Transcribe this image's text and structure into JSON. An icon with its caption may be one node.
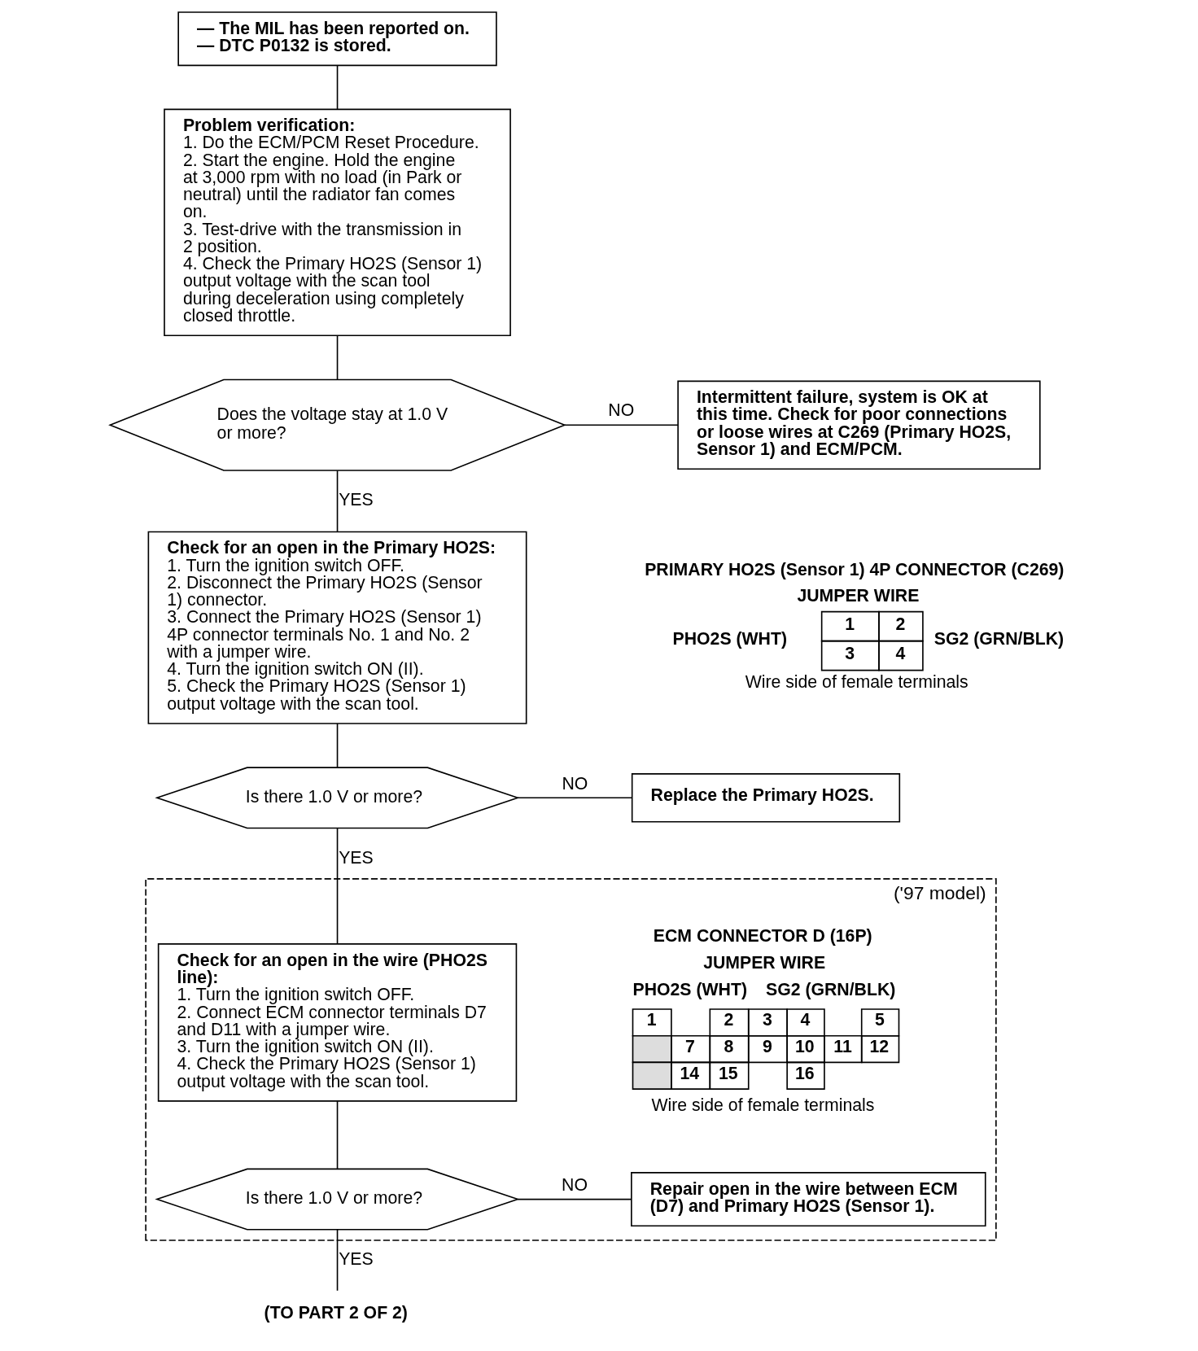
{
  "diagram": {
    "nodes": [
      {
        "text": [
          "— The MIL has been reported on.",
          "— DTC P0132 is stored."
        ]
      },
      {
        "text": [
          "Problem verification:",
          "1. Do the ECM/PCM Reset Procedure.",
          "2. Start the engine. Hold the engine at 3,000 rpm with no load (in Park or neutral) until the radiator fan comes on.",
          "3. Test-drive with the transmission in 2 position.",
          "4. Check the Primary HO2S (Sensor 1) output voltage with the scan tool during deceleration using completely closed throttle."
        ]
      },
      {
        "text": [
          "Does the voltage stay at 1.0 V or more?"
        ]
      },
      {
        "text": [
          "Intermittent failure, system is OK at this time. Check for poor connections or loose wires at C269 (Primary HO2S, Sensor 1) and ECM/PCM."
        ]
      },
      {
        "text": [
          "Check for an open in the Primary HO2S:",
          "1. Turn the ignition switch OFF.",
          "2. Disconnect the Primary HO2S (Sensor 1) connector.",
          "3. Connect the Primary HO2S (Sensor 1) 4P connector terminals No. 1 and No. 2 with a jumper wire.",
          "4. Turn the ignition switch ON (II).",
          "5. Check the Primary HO2S (Sensor 1) output voltage with the scan tool."
        ]
      },
      {
        "text": [
          "Is there 1.0 V or more?"
        ]
      },
      {
        "text": [
          "Replace the Primary HO2S."
        ]
      },
      {
        "text": [
          "('97 model)"
        ]
      },
      {
        "text": [
          "Check for an open in the wire (PHO2S line):",
          "1. Turn the ignition switch OFF.",
          "2. Connect ECM connector terminals D7 and D11 with a jumper wire.",
          "3. Turn the ignition switch ON (II).",
          "4. Check the Primary HO2S (Sensor 1) output voltage with the scan tool."
        ],
        "in": 7
      },
      {
        "text": [
          "Is there 1.0 V or more?"
        ],
        "in": 7
      },
      {
        "text": [
          "Repair open in the wire between ECM (D7) and Primary HO2S (Sensor 1)."
        ],
        "in": 7
      },
      {
        "text": [
          "(TO PART 2 OF 2)"
        ]
      }
    ],
    "edges": [
      {
        "from": 0,
        "to": 1,
        "arrow": "none"
      },
      {
        "from": 1,
        "to": 2,
        "arrow": "none"
      },
      {
        "from": 2,
        "to": 3,
        "arrow": "none",
        "label": "NO"
      },
      {
        "from": 2,
        "to": 4,
        "arrow": "none",
        "label": "YES"
      },
      {
        "from": 4,
        "to": 5,
        "arrow": "none"
      },
      {
        "from": 5,
        "to": 6,
        "arrow": "none",
        "label": "NO"
      },
      {
        "from": 5,
        "to": 8,
        "arrow": "none",
        "label": "YES"
      },
      {
        "from": 8,
        "to": 9,
        "arrow": "none"
      },
      {
        "from": 9,
        "to": 10,
        "arrow": "none",
        "label": "NO"
      },
      {
        "from": 9,
        "to": 11,
        "arrow": "none",
        "label": "YES"
      }
    ],
    "labels": [
      "PRIMARY HO2S (Sensor 1) 4P CONNECTOR (C269)",
      "JUMPER WIRE",
      "PHO2S (WHT)",
      "SG2 (GRN/BLK)",
      "1",
      "2",
      "3",
      "4",
      "Wire side of female terminals",
      "ECM CONNECTOR D (16P)",
      "JUMPER WIRE",
      "PHO2S (WHT)",
      "SG2 (GRN/BLK)",
      "1",
      "2",
      "3",
      "4",
      "5",
      "7",
      "8",
      "9",
      "10",
      "11",
      "12",
      "14",
      "15",
      "16",
      "Wire side of female terminals"
    ]
  }
}
